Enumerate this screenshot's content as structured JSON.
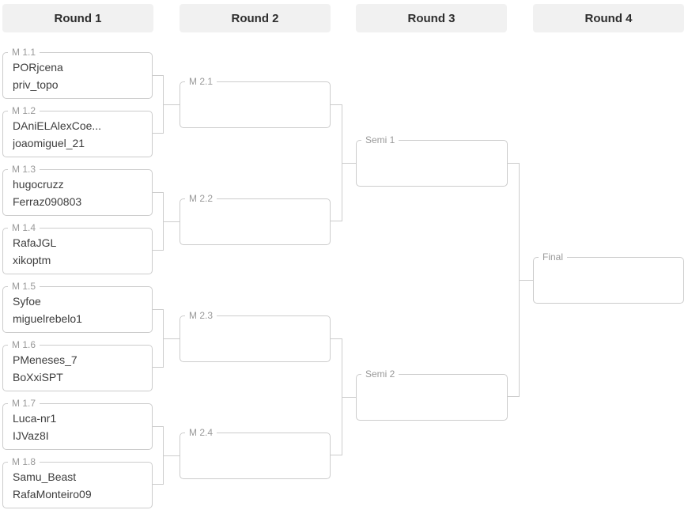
{
  "colors": {
    "background": "#ffffff",
    "header_bg": "#f1f1f1",
    "header_text": "#2d2d2d",
    "box_border": "#cccccc",
    "connector": "#cccccc",
    "match_label": "#999999",
    "player_text": "#3d3d3d"
  },
  "headers": [
    "Round 1",
    "Round 2",
    "Round 3",
    "Round 4"
  ],
  "round1": [
    {
      "label": "M 1.1",
      "players": [
        "PORjcena",
        "priv_topo"
      ]
    },
    {
      "label": "M 1.2",
      "players": [
        "DAniELAlexCoe...",
        "joaomiguel_21"
      ]
    },
    {
      "label": "M 1.3",
      "players": [
        "hugocruzz",
        "Ferraz090803"
      ]
    },
    {
      "label": "M 1.4",
      "players": [
        "RafaJGL",
        "xikoptm"
      ]
    },
    {
      "label": "M 1.5",
      "players": [
        "Syfoe",
        "miguelrebelo1"
      ]
    },
    {
      "label": "M 1.6",
      "players": [
        "PMeneses_7",
        "BoXxiSPT"
      ]
    },
    {
      "label": "M 1.7",
      "players": [
        "Luca-nr1",
        "IJVaz8I"
      ]
    },
    {
      "label": "M 1.8",
      "players": [
        "Samu_Beast",
        "RafaMonteiro09"
      ]
    }
  ],
  "round2": [
    {
      "label": "M 2.1"
    },
    {
      "label": "M 2.2"
    },
    {
      "label": "M 2.3"
    },
    {
      "label": "M 2.4"
    }
  ],
  "round3": [
    {
      "label": "Semi 1"
    },
    {
      "label": "Semi 2"
    }
  ],
  "round4": [
    {
      "label": "Final"
    }
  ]
}
